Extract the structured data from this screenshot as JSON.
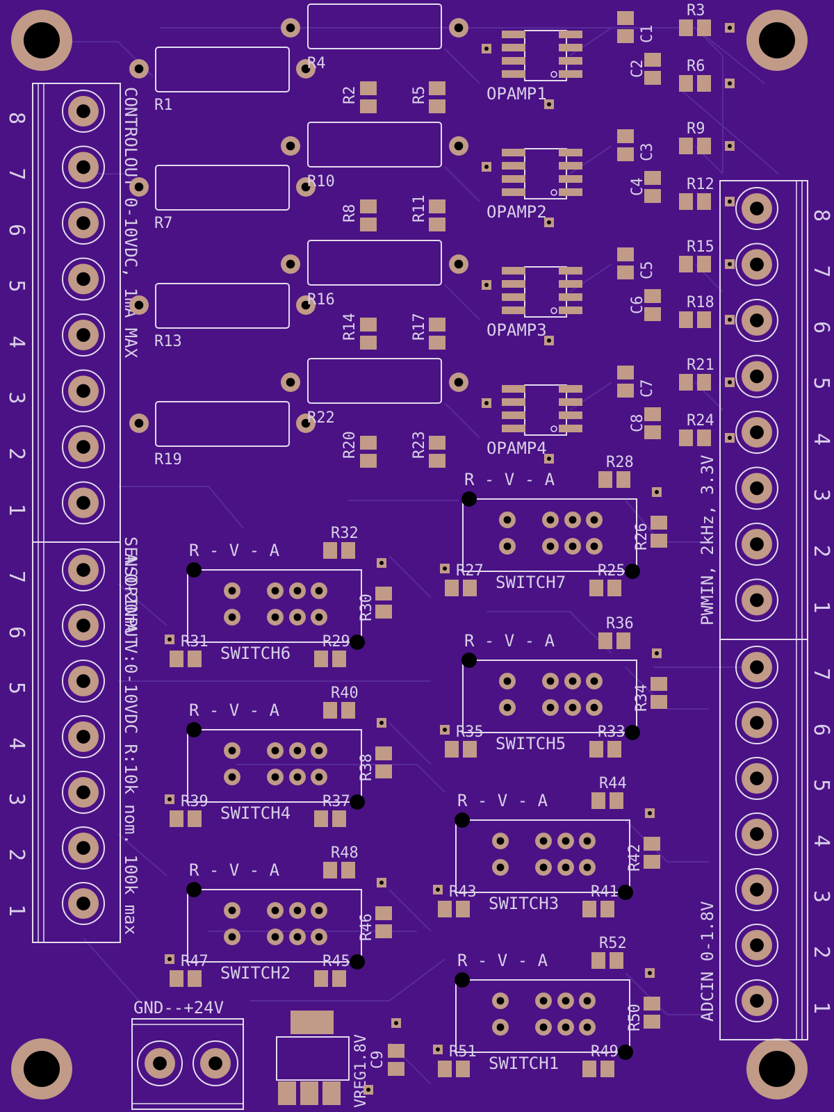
{
  "colors": {
    "board": "#4a1285",
    "trace": "#5a2a9a",
    "silk": "#e4dcee",
    "pad": "#c19a88",
    "drill": "#000000"
  },
  "connectors": {
    "control_out": {
      "label": "CONTROLOUT 0-10VDC, 1mA MAX",
      "pins": [
        "8",
        "7",
        "6",
        "5",
        "4",
        "3",
        "2",
        "1"
      ]
    },
    "sensor_input": {
      "label_1": "SENSORINPUT",
      "label_2": "A:0-20mA V:0-10VDC R:10k nom. 100k max",
      "pins": [
        "7",
        "6",
        "5",
        "4",
        "3",
        "2",
        "1"
      ]
    },
    "pwmin": {
      "label": "PWMIN, 2kHz, 3.3V",
      "pins": [
        "8",
        "7",
        "6",
        "5",
        "4",
        "3",
        "2",
        "1"
      ]
    },
    "adcin": {
      "label": "ADCIN 0-1.8V",
      "pins": [
        "7",
        "6",
        "5",
        "4",
        "3",
        "2",
        "1"
      ]
    },
    "power": {
      "label": "GND--+24V"
    }
  },
  "opamp_blocks": [
    {
      "opamp": "OPAMP1",
      "r_left": "R1",
      "r_top": "R4",
      "r_v1": "R2",
      "r_v2": "R5",
      "c_a": "C1",
      "c_b": "C2",
      "r_right_a": "R3",
      "r_right_b": "R6"
    },
    {
      "opamp": "OPAMP2",
      "r_left": "R7",
      "r_top": "R10",
      "r_v1": "R8",
      "r_v2": "R11",
      "c_a": "C3",
      "c_b": "C4",
      "r_right_a": "R9",
      "r_right_b": "R12"
    },
    {
      "opamp": "OPAMP3",
      "r_left": "R13",
      "r_top": "R16",
      "r_v1": "R14",
      "r_v2": "R17",
      "c_a": "C5",
      "c_b": "C6",
      "r_right_a": "R15",
      "r_right_b": "R18"
    },
    {
      "opamp": "OPAMP4",
      "r_left": "R19",
      "r_top": "R22",
      "r_v1": "R20",
      "r_v2": "R23",
      "c_a": "C7",
      "c_b": "C8",
      "r_right_a": "R21",
      "r_right_b": "R24"
    }
  ],
  "switches": [
    {
      "name": "SWITCH6",
      "rva": "R - V - A",
      "r_top": "R32",
      "r_side": "R30",
      "r_bl": "R31",
      "r_br": "R29"
    },
    {
      "name": "SWITCH4",
      "rva": "R - V - A",
      "r_top": "R40",
      "r_side": "R38",
      "r_bl": "R39",
      "r_br": "R37"
    },
    {
      "name": "SWITCH2",
      "rva": "R - V - A",
      "r_top": "R48",
      "r_side": "R46",
      "r_bl": "R47",
      "r_br": "R45"
    },
    {
      "name": "SWITCH7",
      "rva": "R - V - A",
      "r_top": "R28",
      "r_side": "R26",
      "r_bl": "R27",
      "r_br": "R25"
    },
    {
      "name": "SWITCH5",
      "rva": "R - V - A",
      "r_top": "R36",
      "r_side": "R34",
      "r_bl": "R35",
      "r_br": "R33"
    },
    {
      "name": "SWITCH3",
      "rva": "R - V - A",
      "r_top": "R44",
      "r_side": "R42",
      "r_bl": "R43",
      "r_br": "R41"
    },
    {
      "name": "SWITCH1",
      "rva": "R - V - A",
      "r_top": "R52",
      "r_side": "R50",
      "r_bl": "R51",
      "r_br": "R49"
    }
  ],
  "regulator": {
    "name": "VREG1.8V",
    "cap": "C9"
  }
}
